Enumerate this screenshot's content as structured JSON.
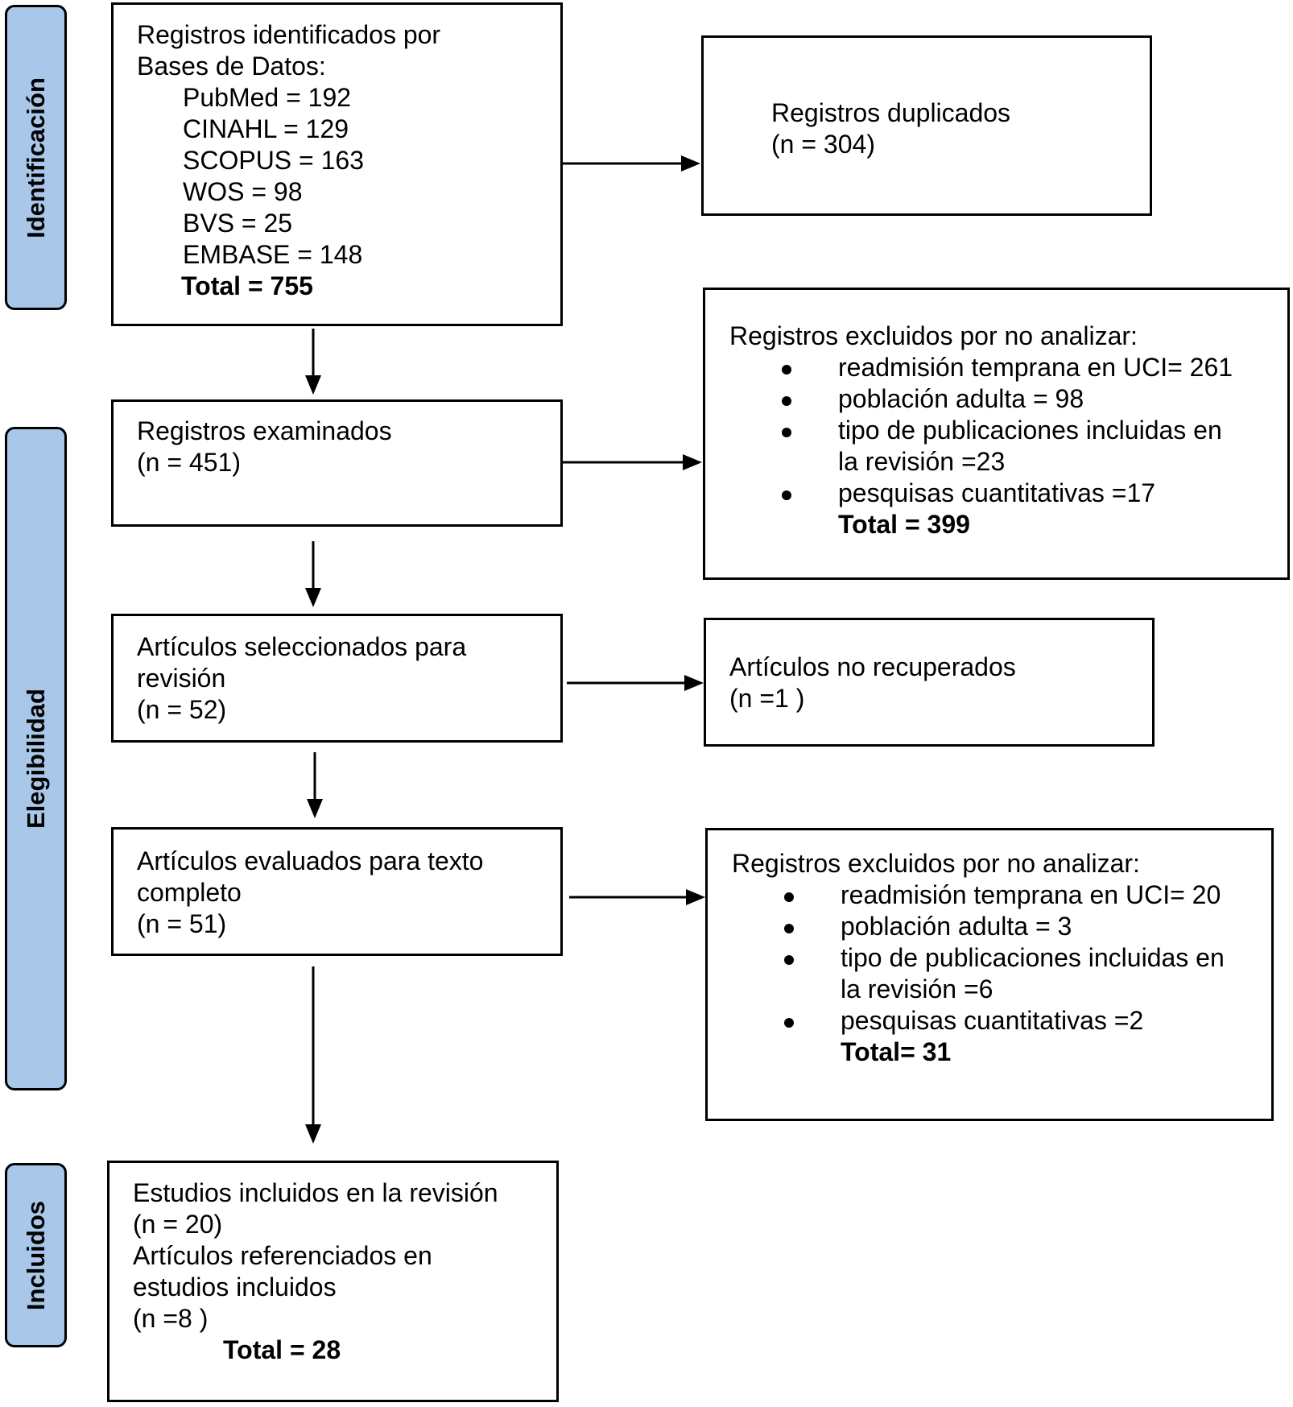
{
  "phases": {
    "identification": "Identificación",
    "eligibility": "Elegibilidad",
    "included": "Incluidos"
  },
  "boxes": {
    "identified": {
      "lines": [
        "Registros identificados por",
        "Bases de Datos:"
      ],
      "sources": [
        "PubMed = 192",
        "CINAHL = 129",
        "SCOPUS = 163",
        "WOS = 98",
        "BVS = 25",
        "EMBASE = 148"
      ],
      "total": "Total = 755"
    },
    "duplicates": {
      "lines": [
        "Registros duplicados",
        "(n = 304)"
      ]
    },
    "screened": {
      "lines": [
        "Registros examinados",
        "(n = 451)"
      ]
    },
    "excluded_screening": {
      "heading": "Registros excluidos por no analizar:",
      "items": [
        [
          "readmisión temprana en UCI= 261"
        ],
        [
          "población adulta = 98"
        ],
        [
          "tipo de publicaciones incluidas en",
          "la revisión =23"
        ],
        [
          "pesquisas cuantitativas =17"
        ]
      ],
      "total": "Total = 399"
    },
    "selected": {
      "lines": [
        "Artículos seleccionados para",
        "revisión",
        "(n = 52)"
      ]
    },
    "not_retrieved": {
      "lines": [
        "Artículos no recuperados",
        "(n =1 )"
      ]
    },
    "assessed": {
      "lines": [
        "Artículos evaluados para texto",
        "completo",
        "(n = 51)"
      ]
    },
    "excluded_fulltext": {
      "heading": "Registros excluidos por no analizar:",
      "items": [
        [
          "readmisión temprana en UCI= 20"
        ],
        [
          "población adulta = 3"
        ],
        [
          "tipo de publicaciones incluidas en",
          "la revisión =6"
        ],
        [
          "pesquisas cuantitativas =2"
        ]
      ],
      "total": "Total= 31"
    },
    "included": {
      "lines": [
        "Estudios incluidos en la revisión",
        "(n = 20)",
        "Artículos referenciados en",
        "estudios incluidos",
        "(n =8 )"
      ],
      "total": "Total = 28"
    }
  },
  "colors": {
    "phase_fill": "#a9c7e8",
    "stroke": "#000000"
  }
}
